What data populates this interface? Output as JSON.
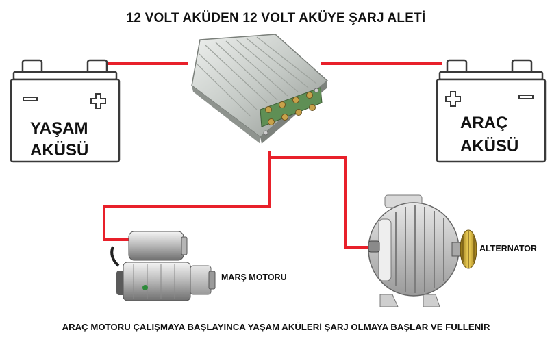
{
  "title": "12 VOLT AKÜDEN 12 VOLT AKÜYE ŞARJ ALETİ",
  "left_battery": {
    "line1": "YAŞAM",
    "line2": "AKÜSÜ"
  },
  "right_battery": {
    "line1": "ARAÇ",
    "line2": "AKÜSÜ"
  },
  "starter_label": "MARŞ MOTORU",
  "alternator_label": "ALTERNATOR",
  "caption": "ARAÇ MOTORU ÇALIŞMAYA BAŞLAYINCA YAŞAM AKÜLERİ ŞARJ OLMAYA BAŞLAR VE FULLENİR",
  "colors": {
    "wire": "#e8202a",
    "battery_outline": "#3a3a3a",
    "converter_body": "#c9cec9",
    "terminal_board": "#5f8f55",
    "pulley": "#d4b43a"
  },
  "icons": [
    "battery-icon",
    "dc-dc-converter-icon",
    "starter-motor-icon",
    "alternator-icon"
  ]
}
